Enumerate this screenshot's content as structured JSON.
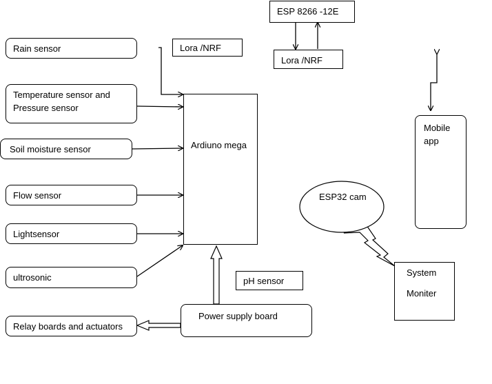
{
  "sensors": {
    "rain": "Rain sensor",
    "temperature": "Temperature sensor and Pressure sensor",
    "soil": "Soil moisture sensor",
    "flow": "Flow sensor",
    "light": "Lightsensor",
    "ultrasonic": "ultrosonic"
  },
  "actuators": "Relay boards and actuators",
  "controller": "Ardiuno mega",
  "radio_left": "Lora /NRF",
  "radio_right": "Lora /NRF",
  "wifi_module": "ESP 8266 -12E",
  "power_supply": "Power supply board",
  "ph_sensor": "pH sensor",
  "camera": "ESP32 cam",
  "mobile_app": "Mobile app",
  "system_monitor": {
    "line1": "System",
    "line2": "Moniter"
  }
}
